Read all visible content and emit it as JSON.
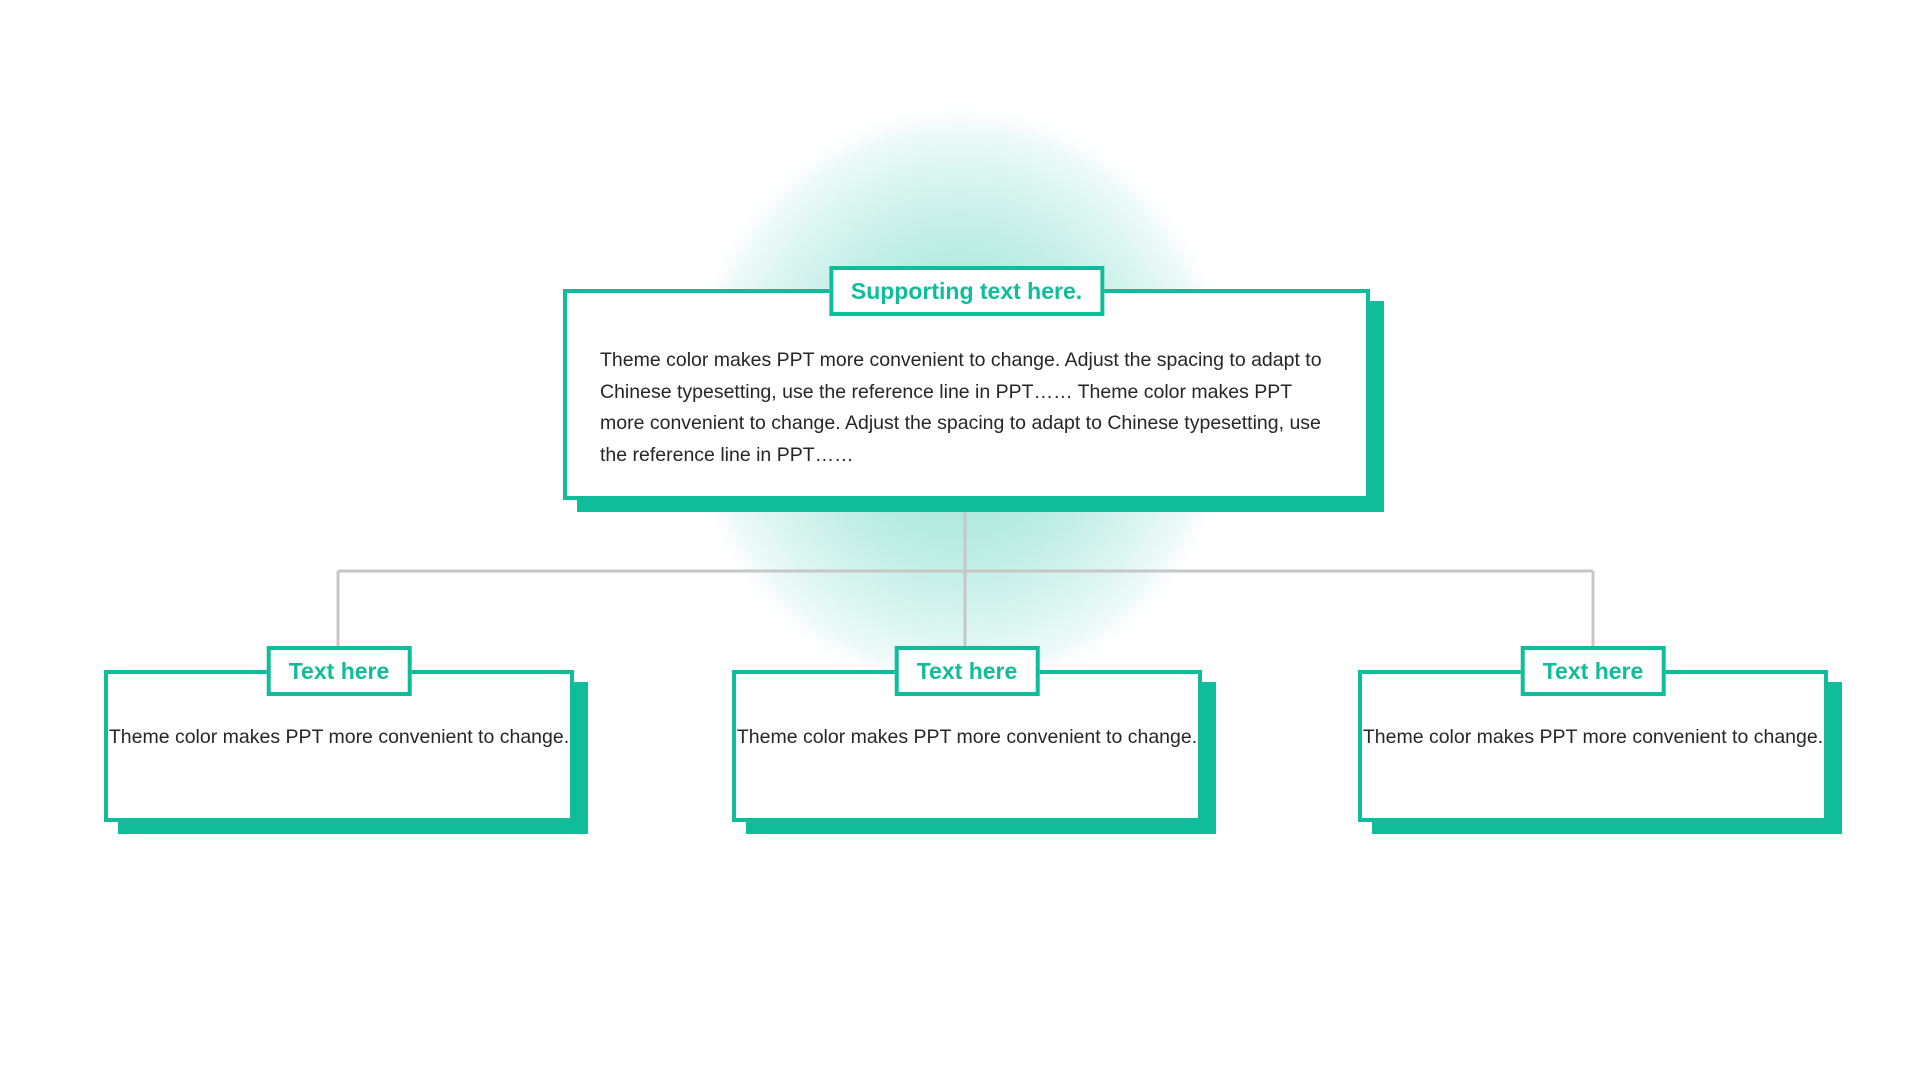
{
  "colors": {
    "accent": "#10bd9a",
    "connector": "#c7c7c7",
    "text": "#262626",
    "glow": "#a8e6d8"
  },
  "main": {
    "tag": "Supporting text here.",
    "body": "Theme  color makes  PPT more convenient  to change.  Adjust  the spacing  to adapt to Chinese  typesetting,  use the  reference line  in PPT…… Theme  color makes PPT more convenient  to change.  Adjust  the spacing  to adapt to Chinese  typesetting, use  the  reference line  in  PPT……"
  },
  "children": [
    {
      "tag": "Text here",
      "body": "Theme  color makes  PPT more convenient  to change."
    },
    {
      "tag": "Text here",
      "body": "Theme  color makes  PPT more convenient  to change."
    },
    {
      "tag": "Text here",
      "body": "Theme  color makes  PPT more convenient  to change."
    }
  ]
}
